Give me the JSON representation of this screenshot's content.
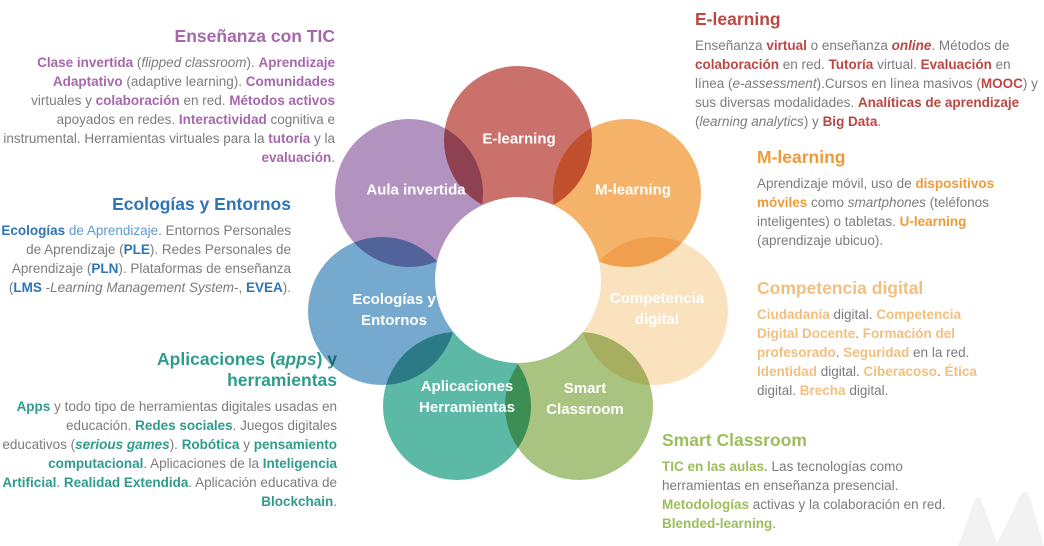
{
  "page": {
    "background": "#ffffff",
    "body_text_color": "#7C7C7C"
  },
  "left_column": {
    "blocks": [
      {
        "heading": [
          {
            "t": "Enseñanza con TIC"
          }
        ],
        "accent": "#A767AC",
        "body": [
          {
            "t": "Clase invertida",
            "b": true
          },
          {
            "t": " ("
          },
          {
            "t": "flipped classroom",
            "i": true
          },
          {
            "t": "). "
          },
          {
            "t": "Aprendizaje Adaptativo",
            "b": true
          },
          {
            "t": " (adaptive learning). "
          },
          {
            "t": "Comunidades",
            "b": true
          },
          {
            "t": " virtuales y "
          },
          {
            "t": "colaboración",
            "b": true
          },
          {
            "t": " en red. "
          },
          {
            "t": "Métodos activos",
            "b": true
          },
          {
            "t": " apoyados en redes. "
          },
          {
            "t": "Interactividad",
            "b": true
          },
          {
            "t": " cognitiva e instrumental. Herramientas virtuales para la "
          },
          {
            "t": "tutoría",
            "b": true
          },
          {
            "t": " y la "
          },
          {
            "t": "evaluación",
            "b": true
          },
          {
            "t": "."
          }
        ]
      },
      {
        "heading": [
          {
            "t": "Ecologías y Entornos"
          }
        ],
        "accent": "#2E74B6",
        "body": [
          {
            "t": "Ecologías",
            "b": true
          },
          {
            "t": " de Aprendizaje",
            "c": "#5B9BD5"
          },
          {
            "t": ". Entornos Personales de Aprendizaje ("
          },
          {
            "t": "PLE",
            "b": true
          },
          {
            "t": ").  Redes Personales de Aprendizaje ("
          },
          {
            "t": "PLN",
            "b": true
          },
          {
            "t": "). Plataformas de enseñanza ("
          },
          {
            "t": "LMS",
            "b": true
          },
          {
            "t": " -"
          },
          {
            "t": "Learning Management System",
            "i": true
          },
          {
            "t": "-,  "
          },
          {
            "t": "EVEA",
            "b": true
          },
          {
            "t": ")."
          }
        ]
      },
      {
        "heading": [
          {
            "t": "Aplicaciones ("
          },
          {
            "t": "apps",
            "i": true
          },
          {
            "t": ") y herramientas"
          }
        ],
        "accent": "#2E9C8D",
        "body": [
          {
            "t": "Apps",
            "b": true
          },
          {
            "t": " y todo tipo de herramientas digitales usadas en educación. "
          },
          {
            "t": "Redes sociales",
            "b": true
          },
          {
            "t": ". Juegos digitales educativos ("
          },
          {
            "t": "serious games",
            "b": true,
            "i": true
          },
          {
            "t": "). "
          },
          {
            "t": "Robótica",
            "b": true
          },
          {
            "t": " y "
          },
          {
            "t": "pensamiento computacional",
            "b": true
          },
          {
            "t": ". Aplicaciones de la "
          },
          {
            "t": "Inteligencia Artificial",
            "b": true
          },
          {
            "t": ". "
          },
          {
            "t": "Realidad Extendida",
            "b": true
          },
          {
            "t": ". Aplicación educativa de "
          },
          {
            "t": "Blockchain",
            "b": true
          },
          {
            "t": "."
          }
        ]
      }
    ]
  },
  "right_column": {
    "blocks": [
      {
        "heading": [
          {
            "t": "E-learning"
          }
        ],
        "accent": "#BA4743",
        "body": [
          {
            "t": "Enseñanza "
          },
          {
            "t": "virtual",
            "b": true
          },
          {
            "t": " o enseñanza "
          },
          {
            "t": "online",
            "b": true,
            "i": true
          },
          {
            "t": ". Métodos de "
          },
          {
            "t": "colaboración",
            "b": true
          },
          {
            "t": " en red. "
          },
          {
            "t": "Tutoría",
            "b": true
          },
          {
            "t": " virtual. "
          },
          {
            "t": "Evaluación",
            "b": true
          },
          {
            "t": " en línea ("
          },
          {
            "t": "e-assessment",
            "i": true
          },
          {
            "t": ").Cursos en línea masivos ("
          },
          {
            "t": "MOOC",
            "b": true
          },
          {
            "t": ") y sus diversas modalidades. "
          },
          {
            "t": "Analíticas de aprendizaje",
            "b": true
          },
          {
            "t": " ("
          },
          {
            "t": "learning analytics",
            "i": true
          },
          {
            "t": ") y "
          },
          {
            "t": "Big Data",
            "b": true
          },
          {
            "t": "."
          }
        ]
      },
      {
        "heading": [
          {
            "t": "M-learning"
          }
        ],
        "accent": "#EF9A38",
        "body": [
          {
            "t": "Aprendizaje móvil, uso de "
          },
          {
            "t": "dispositivos móviles",
            "b": true
          },
          {
            "t": " como "
          },
          {
            "t": "smartphones",
            "i": true
          },
          {
            "t": " (teléfonos inteligentes) o tabletas. "
          },
          {
            "t": "U-learning",
            "b": true
          },
          {
            "t": " (aprendizaje ubicuo)."
          }
        ]
      },
      {
        "heading": [
          {
            "t": "Competencia digital"
          }
        ],
        "accent": "#F2BF7D",
        "body": [
          {
            "t": "Ciudadanía",
            "b": true
          },
          {
            "t": " digital. "
          },
          {
            "t": "Competencia Digital Docente",
            "b": true
          },
          {
            "t": ". "
          },
          {
            "t": "Formación del profesorado",
            "b": true
          },
          {
            "t": ". "
          },
          {
            "t": "Seguridad",
            "b": true
          },
          {
            "t": " en la red. "
          },
          {
            "t": "Identidad",
            "b": true
          },
          {
            "t": " digital. "
          },
          {
            "t": "Ciberacoso",
            "b": true
          },
          {
            "t": ". "
          },
          {
            "t": "Ética",
            "b": true
          },
          {
            "t": " digital. "
          },
          {
            "t": "Brecha",
            "b": true
          },
          {
            "t": " digital."
          }
        ]
      },
      {
        "heading": [
          {
            "t": "Smart Classroom"
          }
        ],
        "accent": "#9EBD5D",
        "body": [
          {
            "t": "TIC en las aulas.",
            "b": true
          },
          {
            "t": " Las tecnologías como herramientas en enseñanza presencial. "
          },
          {
            "t": "Metodologías",
            "b": true
          },
          {
            "t": " activas y la colaboración en red. "
          },
          {
            "t": "Blended-learning",
            "b": true
          },
          {
            "t": "."
          }
        ]
      }
    ]
  },
  "diagram": {
    "center_fill": "#ffffff",
    "petals": [
      {
        "name": "e-learning",
        "color": "#CB716C",
        "lines": [
          "E-learning"
        ]
      },
      {
        "name": "m-learning",
        "color": "#F4B368",
        "lines": [
          "M-learning"
        ]
      },
      {
        "name": "competencia-digital",
        "color": "#FAE2BE",
        "lines": [
          "Competencia",
          "digital"
        ]
      },
      {
        "name": "smart-classroom",
        "color": "#A9C481",
        "lines": [
          "Smart",
          "Classroom"
        ]
      },
      {
        "name": "aplicaciones-herramientas",
        "color": "#5BB9A6",
        "lines": [
          "Aplicaciones",
          "Herramientas"
        ]
      },
      {
        "name": "ecologias-entornos",
        "color": "#75AACE",
        "lines": [
          "Ecologías y",
          "Entornos"
        ]
      },
      {
        "name": "aula-invertida",
        "color": "#B293C0",
        "lines": [
          "Aula invertida"
        ]
      }
    ]
  },
  "watermark": {
    "color": "#F2F2F2"
  }
}
